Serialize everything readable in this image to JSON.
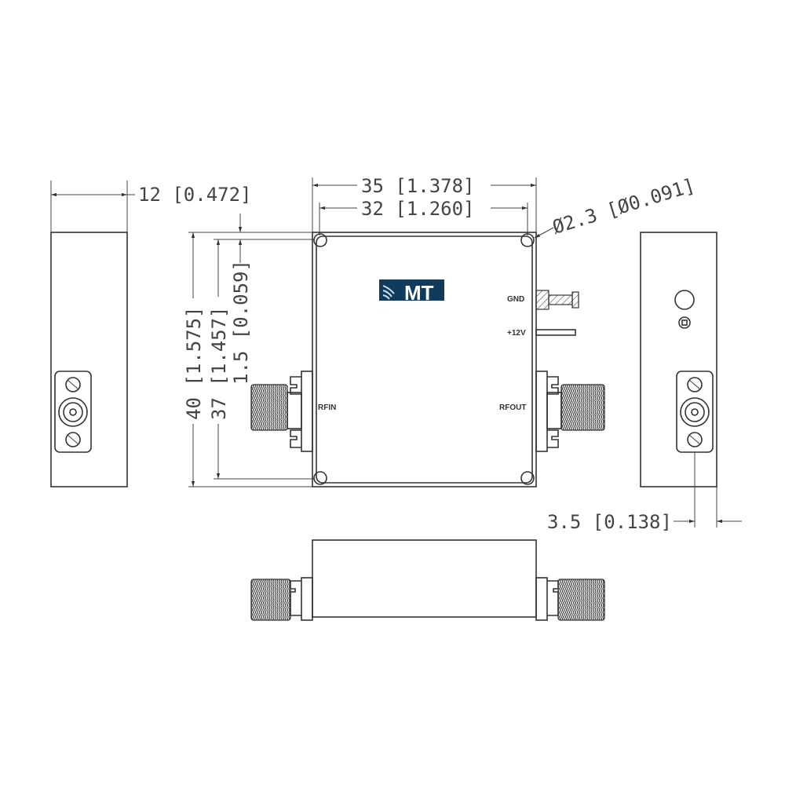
{
  "dimensions": {
    "width_side": "12 [0.472]",
    "length_total": "35 [1.378]",
    "hole_spacing_x": "32 [1.260]",
    "hole_diameter": "Ø2.3 [Ø0.091]",
    "height_total": "40 [1.575]",
    "hole_spacing_y": "37 [1.457]",
    "hole_offset": "1.5 [0.059]",
    "connector_offset": "3.5 [0.138]"
  },
  "labels": {
    "gnd": "GND",
    "vcc": "+12V",
    "rf_in": "RFIN",
    "rf_out": "RFOUT"
  },
  "logo": {
    "text": "MT",
    "color": "#123a5a"
  }
}
